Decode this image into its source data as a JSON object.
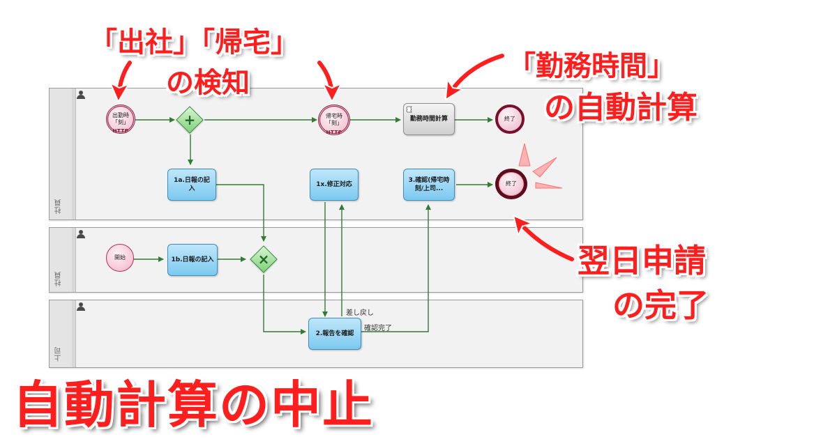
{
  "lanes": [
    {
      "label": "社員"
    },
    {
      "label": "社員"
    },
    {
      "label": "上司"
    }
  ],
  "nodes": {
    "start_http": {
      "label": "出勤時\n「刻」",
      "badge": "HTTP"
    },
    "mid_http": {
      "label": "帰宅時\n「刻」",
      "badge": "HTTP"
    },
    "calc_task": {
      "label": "勤務時間計算"
    },
    "end_top": {
      "label": "終了"
    },
    "task_1a": {
      "label": "1a.日報の記入"
    },
    "task_1x": {
      "label": "1x.修正対応"
    },
    "task_3": {
      "label": "3.確認(帰宅時刻/上司..."
    },
    "end_mid": {
      "label": "終了"
    },
    "start_lane2": {
      "label": "開始"
    },
    "task_1b": {
      "label": "1b.日報の記入"
    },
    "task_2": {
      "label": "2.報告を確認"
    }
  },
  "flow_labels": {
    "remand": "差し戻し",
    "confirmed": "確認完了"
  },
  "callouts": {
    "detect_line1": "「出社」「帰宅」",
    "detect_line2": "の検知",
    "calc_line1": "「勤務時間」",
    "calc_line2": "の自動計算",
    "apply_line1": "翌日申請",
    "apply_line2": "の完了",
    "headline": "自動計算の中止"
  },
  "colors": {
    "callout": "#ff1e1e",
    "flow": "#2e7d32",
    "task_fill": "#7cc9ef",
    "event_border": "#7a0f2d"
  }
}
